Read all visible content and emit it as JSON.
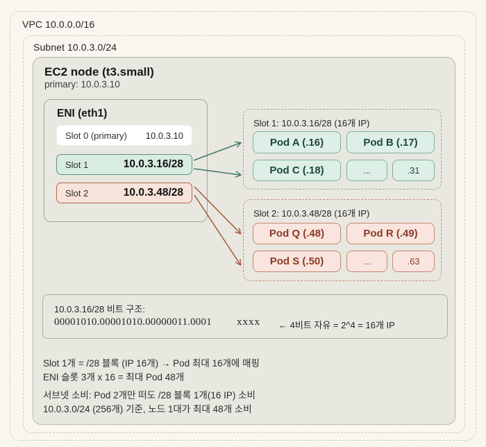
{
  "vpc": {
    "label": "VPC 10.0.0.0/16"
  },
  "subnet": {
    "label": "Subnet 10.0.3.0/24"
  },
  "node": {
    "title": "EC2 node (t3.small)",
    "subtitle": "primary: 10.0.3.10"
  },
  "eni": {
    "title": "ENI (eth1)",
    "slots": [
      {
        "label": "Slot 0 (primary)",
        "value": "10.0.3.10"
      },
      {
        "label": "Slot 1",
        "value": "10.0.3.16/28"
      },
      {
        "label": "Slot 2",
        "value": "10.0.3.48/28"
      }
    ]
  },
  "groups": [
    {
      "title": "Slot 1: 10.0.3.16/28 (16개 IP)",
      "pods": [
        "Pod A (.16)",
        "Pod B (.17)",
        "Pod C (.18)",
        "...",
        ".31"
      ]
    },
    {
      "title": "Slot 2: 10.0.3.48/28 (16개 IP)",
      "pods": [
        "Pod Q (.48)",
        "Pod R (.49)",
        "Pod S (.50)",
        "...",
        ".63"
      ]
    }
  ],
  "bit_box": {
    "title": "10.0.3.16/28 비트 구조:",
    "binary": "00001010.00001010.00000011.0001",
    "free_bits": "xxxx",
    "note": "← 4비트 자유 = 2^4 = 16개 IP"
  },
  "notes": [
    "Slot 1개 = /28 블록 (IP 16개) → Pod 최대 16개에 매핑",
    "ENI 슬롯 3개 x 16 = 최대 Pod 48개",
    "서브넷 소비: Pod 2개만 떠도 /28 블록 1개(16 IP) 소비",
    "10.0.3.0/24 (256개) 기준, 노드 1대가 최대 48개 소비"
  ],
  "colors": {
    "page_bg": "#f8f6ef",
    "node_bg": "#e9e8e0",
    "teal_fill": "#ddefe6",
    "teal_border": "#7db29c",
    "teal_text": "#1d4938",
    "teal_arrow": "#3e7a64",
    "red_fill": "#f9e5dd",
    "red_border": "#c18873",
    "red_text": "#8b3a26",
    "red_arrow": "#a2543a",
    "dashed_gray": "#c9c8be"
  }
}
